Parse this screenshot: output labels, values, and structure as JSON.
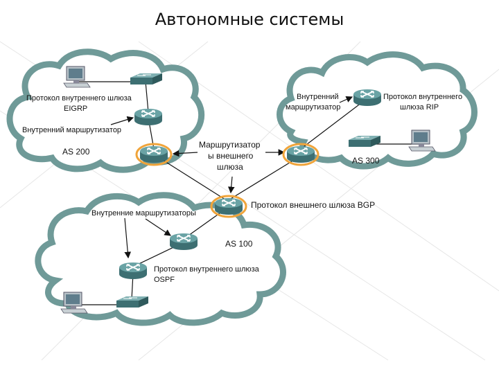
{
  "title": "Автономные системы",
  "as200": {
    "igp_label_line1": "Протокол внутреннего шлюза",
    "igp_label_line2": "EIGRP",
    "internal_router_label": "Внутренний маршрутизатор",
    "name": "AS 200"
  },
  "as300": {
    "internal_router_line1": "Внутренний",
    "internal_router_line2": "маршрутизатор",
    "igp_label_line1": "Протокол внутреннего",
    "igp_label_line2": "шлюза RIP",
    "name": "AS 300"
  },
  "as100": {
    "internal_routers_label": "Внутренние маршрутизаторы",
    "name": "AS 100",
    "igp_label_line1": "Протокол внутреннего шлюза",
    "igp_label_line2": "OSPF"
  },
  "border_router": {
    "line1": "Маршрутизатор",
    "line2": "ы внешнего",
    "line3": "шлюза"
  },
  "egp_label": "Протокол внешнего шлюза BGP",
  "colors": {
    "cloud_stroke": "#6f9a98",
    "router_teal": "#4e8588",
    "border_glow": "#f0a43a"
  }
}
